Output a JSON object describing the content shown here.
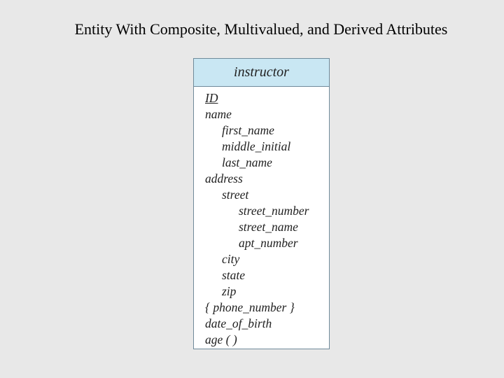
{
  "slide": {
    "title": "Entity With Composite, Multivalued, and Derived Attributes"
  },
  "entity": {
    "name": "instructor",
    "attributes": [
      {
        "label": "ID",
        "level": 0,
        "primary_key": true
      },
      {
        "label": "name",
        "level": 0
      },
      {
        "label": "first_name",
        "level": 1
      },
      {
        "label": "middle_initial",
        "level": 1
      },
      {
        "label": "last_name",
        "level": 1
      },
      {
        "label": "address",
        "level": 0
      },
      {
        "label": "street",
        "level": 1
      },
      {
        "label": "street_number",
        "level": 2
      },
      {
        "label": "street_name",
        "level": 2
      },
      {
        "label": "apt_number",
        "level": 2
      },
      {
        "label": "city",
        "level": 1
      },
      {
        "label": "state",
        "level": 1
      },
      {
        "label": "zip",
        "level": 1
      },
      {
        "label": "{ phone_number }",
        "level": 0
      },
      {
        "label": "date_of_birth",
        "level": 0
      },
      {
        "label": "age ( )",
        "level": 0
      }
    ]
  },
  "colors": {
    "background": "#e8e8e8",
    "header_fill": "#c9e7f3",
    "box_border": "#6f8a9a",
    "box_fill": "#ffffff"
  }
}
